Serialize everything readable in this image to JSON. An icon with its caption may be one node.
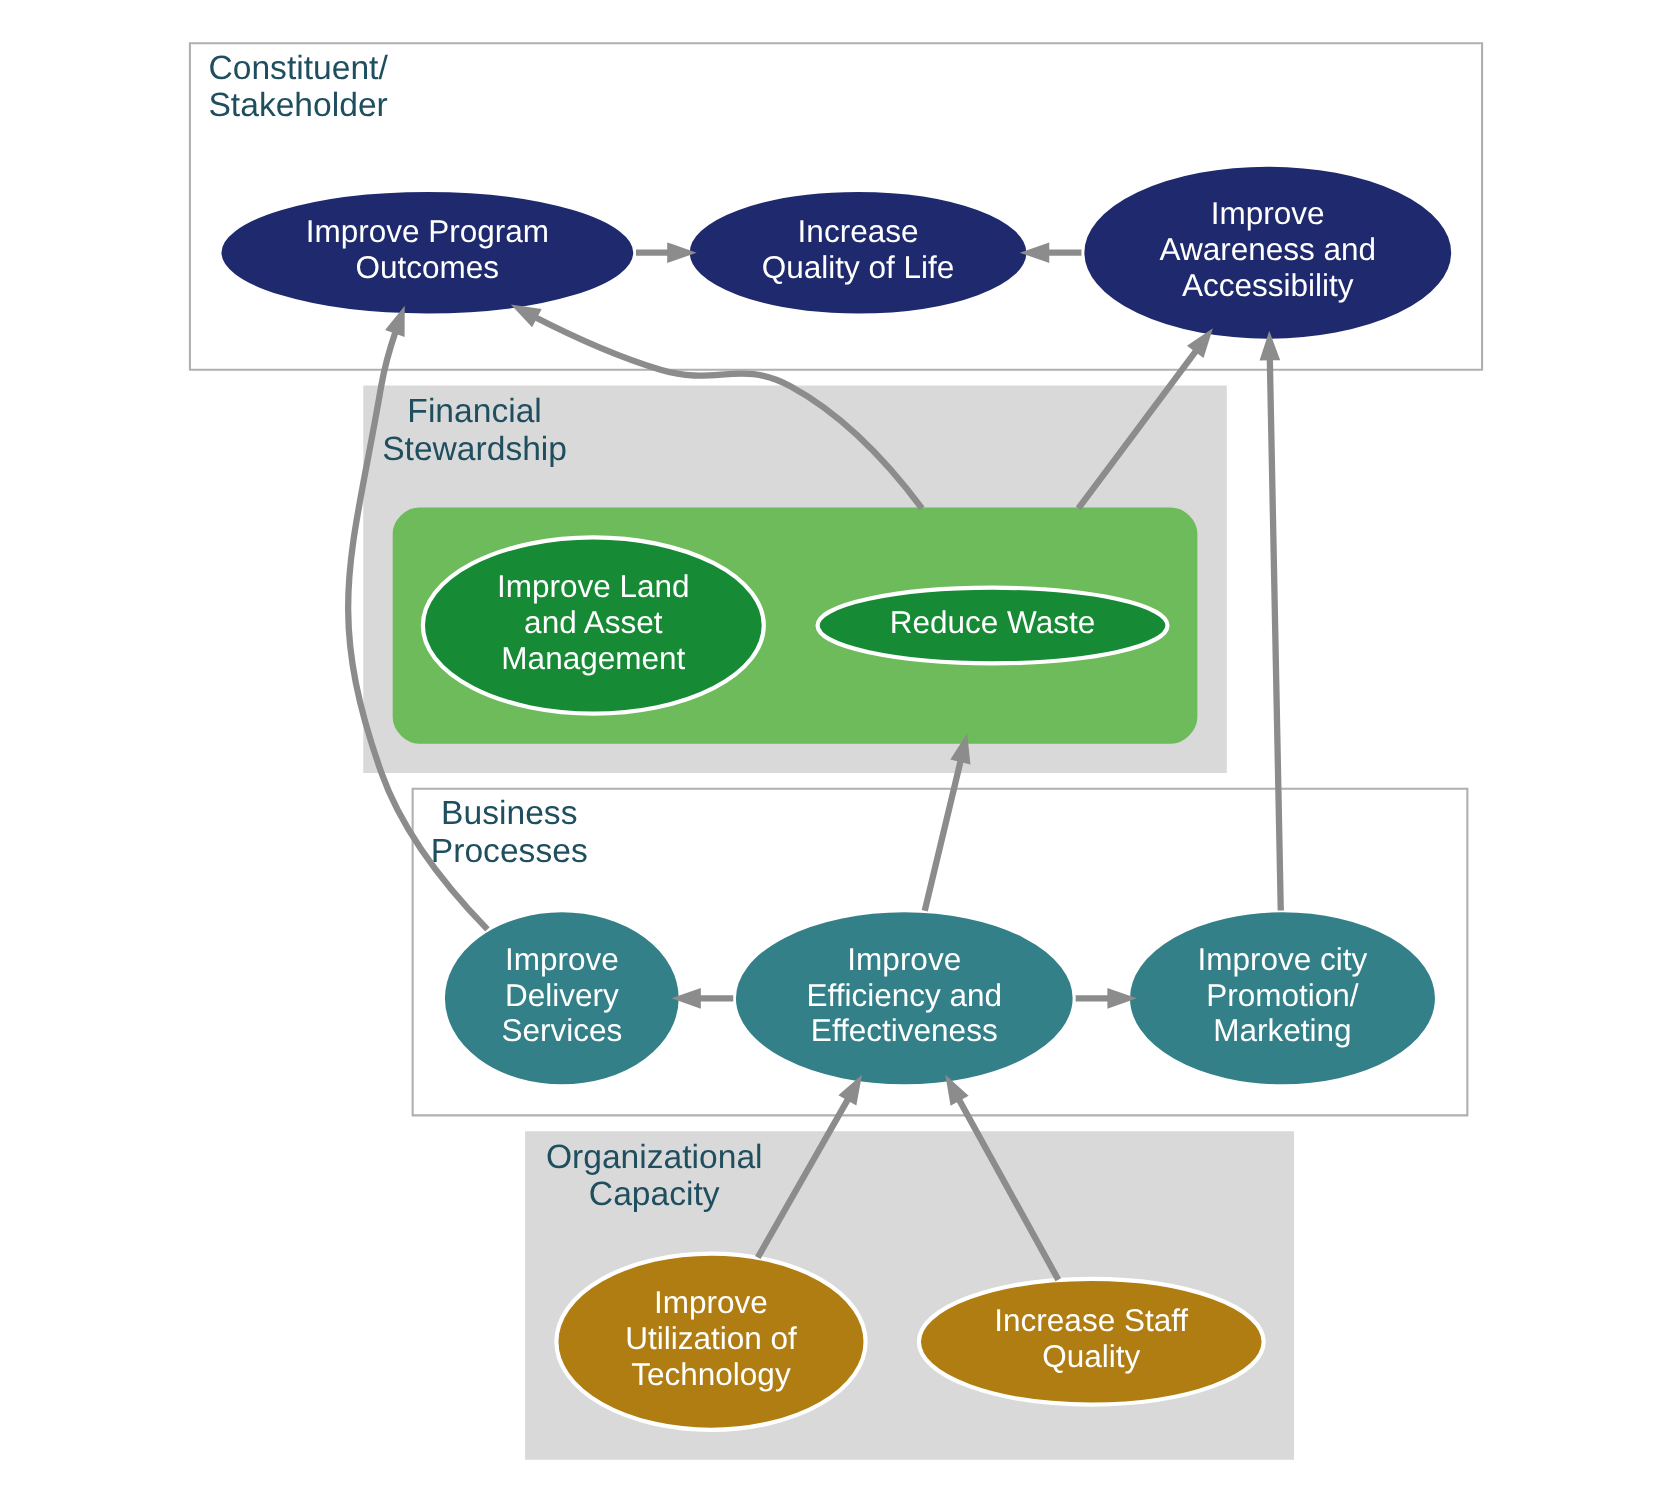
{
  "diagram": {
    "nodes": [
      {
        "text": [
          "Constituent/ Stakeholder"
        ]
      },
      {
        "text": [
          "Improve Program Outcomes"
        ],
        "in": 0
      },
      {
        "text": [
          "Increase Quality of Life"
        ],
        "in": 0
      },
      {
        "text": [
          "Improve Awareness and Accessibility"
        ],
        "in": 0
      },
      {
        "text": [
          "Financial Stewardship"
        ]
      },
      {
        "text": [],
        "shape": "box",
        "in": 4
      },
      {
        "text": [
          "Reduce Waste"
        ],
        "in": 5
      },
      {
        "text": [
          "Improve Land and Asset Management"
        ],
        "in": 5
      },
      {
        "text": [
          "Business Processes"
        ]
      },
      {
        "text": [
          "Improve Delivery Services"
        ],
        "in": 8
      },
      {
        "text": [
          "Improve Efficiency and Effectiveness"
        ],
        "in": 8
      },
      {
        "text": [
          "Improve city Promotion/ Marketing"
        ],
        "in": 8
      },
      {
        "text": [
          "Organizational Capacity"
        ]
      },
      {
        "text": [
          "Increase Staff Quality"
        ],
        "in": 12
      },
      {
        "text": [
          "Improve Utilization of Technology"
        ],
        "in": 12
      }
    ],
    "edges": [
      {
        "from": 1,
        "to": 2,
        "arrow": "to"
      },
      {
        "from": 3,
        "to": 2,
        "arrow": "to"
      },
      {
        "from": 5,
        "to": 1,
        "arrow": "to"
      },
      {
        "from": 5,
        "to": 3,
        "arrow": "to"
      },
      {
        "from": 9,
        "to": 1,
        "arrow": "to"
      },
      {
        "from": 11,
        "to": 3,
        "arrow": "to"
      },
      {
        "from": 10,
        "to": 5,
        "arrow": "to"
      },
      {
        "from": 10,
        "to": 9,
        "arrow": "to"
      },
      {
        "from": 10,
        "to": 11,
        "arrow": "to"
      },
      {
        "from": 13,
        "to": 10,
        "arrow": "to"
      },
      {
        "from": 14,
        "to": 10,
        "arrow": "to"
      }
    ]
  }
}
